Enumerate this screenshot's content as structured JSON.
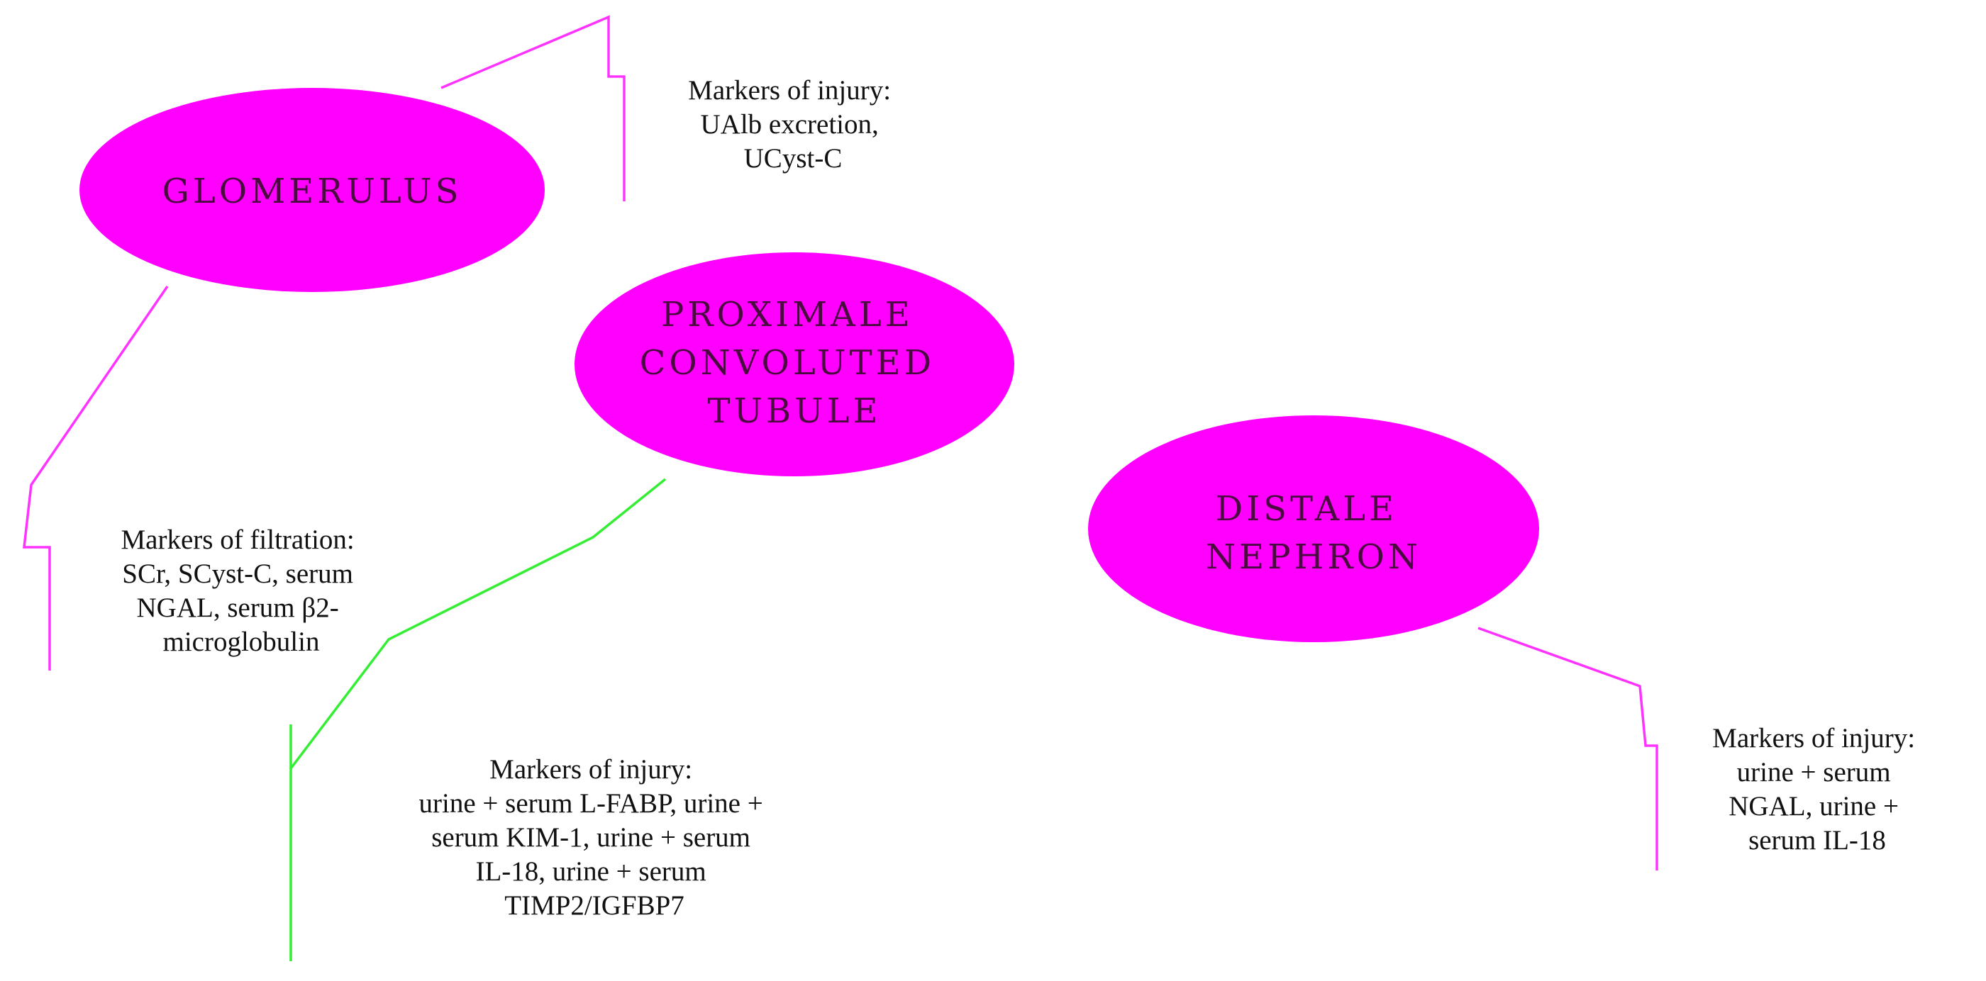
{
  "colors": {
    "ellipse_fill": "#ff00ff",
    "magenta_line": "#ff33ff",
    "green_line": "#33ee33",
    "label_text": "#4a0a40",
    "note_text": "#111111"
  },
  "nodes": {
    "glomerulus": {
      "label": [
        "GLOMERULUS"
      ]
    },
    "proximal": {
      "label": [
        "PROXIMALE",
        "CONVOLUTED",
        "TUBULE"
      ]
    },
    "distal": {
      "label": [
        "DISTALE",
        "NEPHRON"
      ]
    }
  },
  "notes": {
    "glomerulus_injury": [
      "Markers of injury:",
      "UAlb excretion,",
      "UCyst-C"
    ],
    "glomerulus_filtration": [
      "Markers of filtration:",
      "SCr, SCyst-C, serum",
      "NGAL, serum β2-",
      "microglobulin"
    ],
    "proximal_injury": [
      "Markers of injury:",
      "urine + serum L-FABP, urine +",
      "serum KIM-1, urine + serum",
      "IL-18, urine + serum",
      "TIMP2/IGFBP7"
    ],
    "distal_injury": [
      "Markers of injury:",
      "urine + serum",
      "NGAL, urine +",
      "serum IL-18"
    ]
  }
}
